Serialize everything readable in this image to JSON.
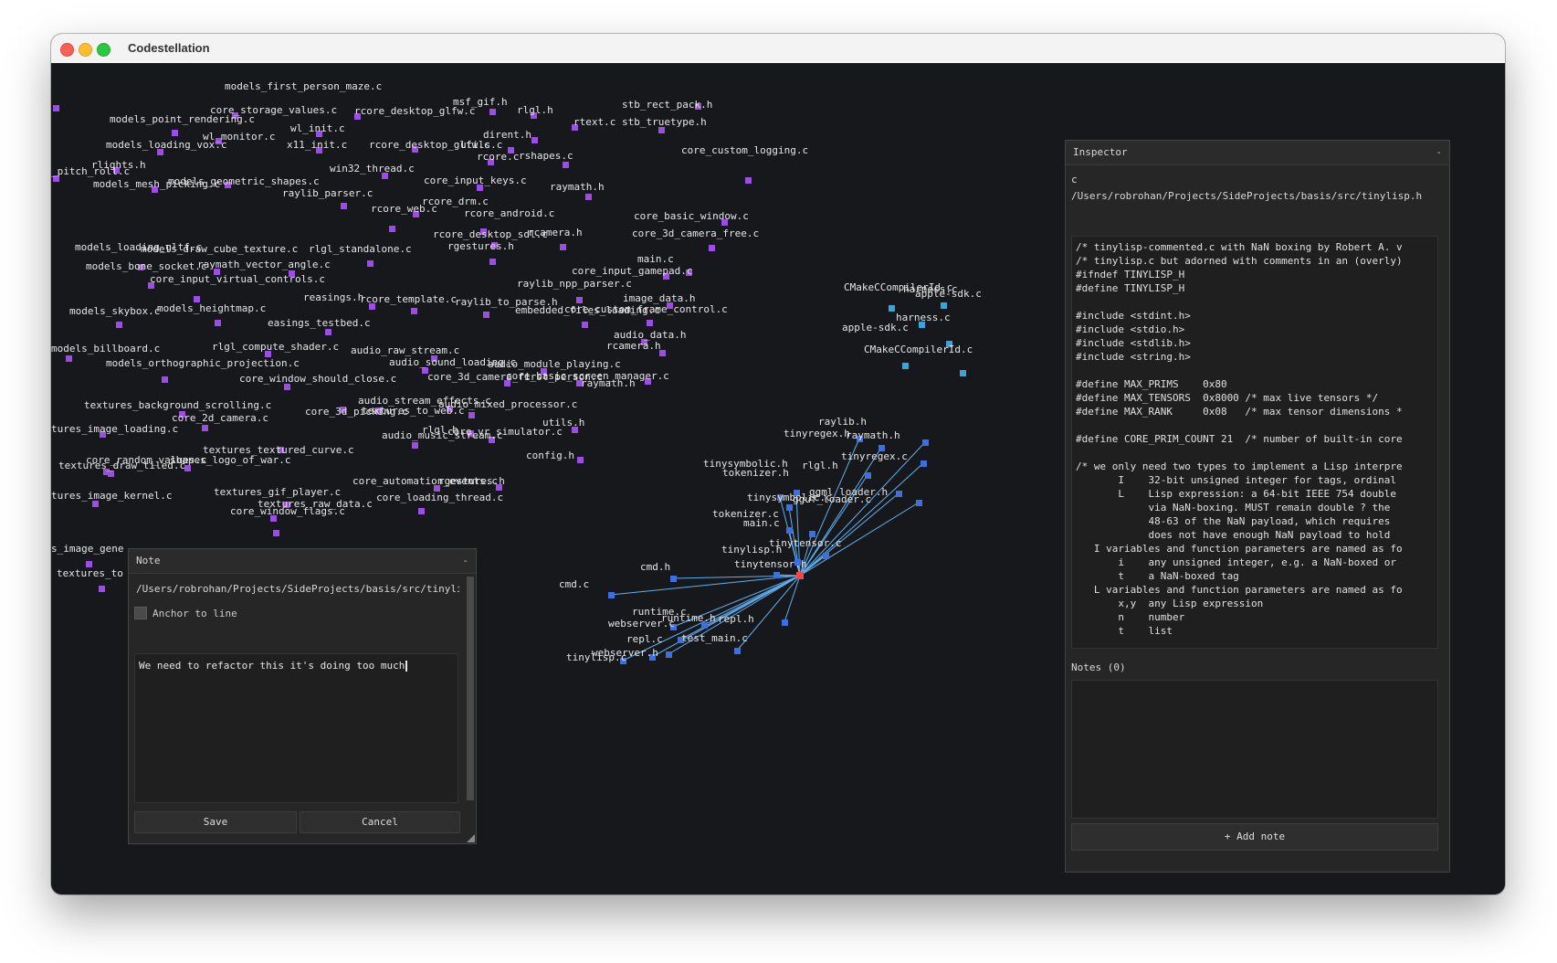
{
  "window": {
    "title": "Codestellation"
  },
  "colors": {
    "purple_node": "#9b4fe0",
    "blue_node": "#3f6fdc",
    "cyan_node": "#3aa3d8",
    "selected_node": "#ff4444",
    "edge": "#5fb0f0"
  },
  "graph": {
    "nodes": [
      {
        "label": "models_first_person_maze.c",
        "group": "purple"
      },
      {
        "label": "core_storage_values.c",
        "group": "purple"
      },
      {
        "label": "rcore_desktop_glfw.c",
        "group": "purple"
      },
      {
        "label": "msf_gif.h",
        "group": "purple"
      },
      {
        "label": "rlgl.h",
        "group": "purple"
      },
      {
        "label": "stb_rect_pack.h",
        "group": "purple"
      },
      {
        "label": "models_point_rendering.c",
        "group": "purple"
      },
      {
        "label": "rtext.c",
        "group": "purple"
      },
      {
        "label": "stb_truetype.h",
        "group": "purple"
      },
      {
        "label": "wl_init.c",
        "group": "purple"
      },
      {
        "label": "wl_monitor.c",
        "group": "purple"
      },
      {
        "label": "dirent.h",
        "group": "purple"
      },
      {
        "label": "models_loading_vox.c",
        "group": "purple"
      },
      {
        "label": "x11_init.c",
        "group": "purple"
      },
      {
        "label": "rcore_desktop_glfw.c",
        "group": "purple"
      },
      {
        "label": "utils.c",
        "group": "purple"
      },
      {
        "label": "rcore.c",
        "group": "purple"
      },
      {
        "label": "rshapes.c",
        "group": "purple"
      },
      {
        "label": "core_custom_logging.c",
        "group": "purple"
      },
      {
        "label": "rlights.h",
        "group": "purple"
      },
      {
        "label": "_pitch_roll.c",
        "group": "purple"
      },
      {
        "label": "win32_thread.c",
        "group": "purple"
      },
      {
        "label": "models_mesh_picking.c",
        "group": "purple"
      },
      {
        "label": "models_geometric_shapes.c",
        "group": "purple"
      },
      {
        "label": "core_input_keys.c",
        "group": "purple"
      },
      {
        "label": "raymath.h",
        "group": "purple"
      },
      {
        "label": "raylib_parser.c",
        "group": "purple"
      },
      {
        "label": "rcore_drm.c",
        "group": "purple"
      },
      {
        "label": "rcore_web.c",
        "group": "purple"
      },
      {
        "label": "rcore_android.c",
        "group": "purple"
      },
      {
        "label": "core_basic_window.c",
        "group": "purple"
      },
      {
        "label": "rcore_desktop_sdl.c",
        "group": "purple"
      },
      {
        "label": "rcamera.h",
        "group": "purple"
      },
      {
        "label": "core_3d_camera_free.c",
        "group": "purple"
      },
      {
        "label": "models_loading_gltf.c",
        "group": "purple"
      },
      {
        "label": "models_draw_cube_texture.c",
        "group": "purple"
      },
      {
        "label": "rlgl_standalone.c",
        "group": "purple"
      },
      {
        "label": "rgestures.h",
        "group": "purple"
      },
      {
        "label": "main.c",
        "group": "purple"
      },
      {
        "label": "models_bone_socket.c",
        "group": "purple"
      },
      {
        "label": "raymath_vector_angle.c",
        "group": "purple"
      },
      {
        "label": "core_input_gamepad.c",
        "group": "purple"
      },
      {
        "label": "core_input_virtual_controls.c",
        "group": "purple"
      },
      {
        "label": "raylib_npp_parser.c",
        "group": "purple"
      },
      {
        "label": "reasings.h",
        "group": "purple"
      },
      {
        "label": "rcore_template.c",
        "group": "purple"
      },
      {
        "label": "image_data.h",
        "group": "purple"
      },
      {
        "label": "models_skybox.c",
        "group": "purple"
      },
      {
        "label": "models_heightmap.c",
        "group": "purple"
      },
      {
        "label": "raylib_to_parse.h",
        "group": "purple"
      },
      {
        "label": "embedded_files_loading.c",
        "group": "purple"
      },
      {
        "label": "core_custom_frame_control.c",
        "group": "purple"
      },
      {
        "label": "easings_testbed.c",
        "group": "purple"
      },
      {
        "label": "audio_data.h",
        "group": "purple"
      },
      {
        "label": "models_billboard.c",
        "group": "purple"
      },
      {
        "label": "rlgl_compute_shader.c",
        "group": "purple"
      },
      {
        "label": "rcamera.h",
        "group": "purple"
      },
      {
        "label": "audio_raw_stream.c",
        "group": "purple"
      },
      {
        "label": "models_orthographic_projection.c",
        "group": "purple"
      },
      {
        "label": "audio_sound_loading.c",
        "group": "purple"
      },
      {
        "label": "audio_module_playing.c",
        "group": "purple"
      },
      {
        "label": "core_window_should_close.c",
        "group": "purple"
      },
      {
        "label": "core_3d_camera_first_person.c",
        "group": "purple"
      },
      {
        "label": "core_basic_screen_manager.c",
        "group": "purple"
      },
      {
        "label": "raymath.h",
        "group": "purple"
      },
      {
        "label": "textures_background_scrolling.c",
        "group": "purple"
      },
      {
        "label": "audio_stream_effects.c",
        "group": "purple"
      },
      {
        "label": "audio_mixed_processor.c",
        "group": "purple"
      },
      {
        "label": "core_2d_camera.c",
        "group": "purple"
      },
      {
        "label": "core_3d_picking.c",
        "group": "purple"
      },
      {
        "label": "textures_to_web.c",
        "group": "purple"
      },
      {
        "label": "tures_image_loading.c",
        "group": "purple"
      },
      {
        "label": "rlgl.h",
        "group": "purple"
      },
      {
        "label": "core_vr_simulator.c",
        "group": "purple"
      },
      {
        "label": "utils.h",
        "group": "purple"
      },
      {
        "label": "audio_music_stream.c",
        "group": "purple"
      },
      {
        "label": "textures_textured_curve.c",
        "group": "purple"
      },
      {
        "label": "config.h",
        "group": "purple"
      },
      {
        "label": "core_random_values.c",
        "group": "purple"
      },
      {
        "label": "textures_draw_tiled.c",
        "group": "purple"
      },
      {
        "label": "shapes_logo_of_war.c",
        "group": "purple"
      },
      {
        "label": "core_automation_events.c",
        "group": "purple"
      },
      {
        "label": "rgestures.h",
        "group": "purple"
      },
      {
        "label": "tures_image_kernel.c",
        "group": "purple"
      },
      {
        "label": "textures_gif_player.c",
        "group": "purple"
      },
      {
        "label": "core_loading_thread.c",
        "group": "purple"
      },
      {
        "label": "textures_raw_data.c",
        "group": "purple"
      },
      {
        "label": "core_window_flags.c",
        "group": "purple"
      },
      {
        "label": "s_image_gene",
        "group": "purple"
      },
      {
        "label": "textures_to",
        "group": "purple"
      },
      {
        "label": "CMakeCCompilerId.c",
        "group": "cyan"
      },
      {
        "label": "apple-sdk.c",
        "group": "cyan"
      },
      {
        "label": "harness.c",
        "group": "cyan"
      },
      {
        "label": "harness.c",
        "group": "cyan"
      },
      {
        "label": "apple-sdk.c",
        "group": "cyan"
      },
      {
        "label": "CMakeCCompilerId.c",
        "group": "cyan"
      },
      {
        "label": "raylib.h",
        "group": "blue"
      },
      {
        "label": "tinyregex.h",
        "group": "blue"
      },
      {
        "label": "raymath.h",
        "group": "blue"
      },
      {
        "label": "tinyregex.c",
        "group": "blue"
      },
      {
        "label": "tinysymbolic.h",
        "group": "blue"
      },
      {
        "label": "tokenizer.h",
        "group": "blue"
      },
      {
        "label": "rlgl.h",
        "group": "blue"
      },
      {
        "label": "tinysymbolic.c",
        "group": "blue"
      },
      {
        "label": "ggml_loader.h",
        "group": "blue"
      },
      {
        "label": "gguf_loader.c",
        "group": "blue"
      },
      {
        "label": "tokenizer.c",
        "group": "blue"
      },
      {
        "label": "main.c",
        "group": "blue"
      },
      {
        "label": "tinytensor.c",
        "group": "blue"
      },
      {
        "label": "tinylisp.h",
        "group": "blue"
      },
      {
        "label": "tinytensor.h",
        "group": "blue"
      },
      {
        "label": "cmd.h",
        "group": "blue"
      },
      {
        "label": "cmd.c",
        "group": "blue"
      },
      {
        "label": "runtime.c",
        "group": "blue"
      },
      {
        "label": "runtime.h",
        "group": "blue"
      },
      {
        "label": "webserver.c",
        "group": "blue"
      },
      {
        "label": "repl.h",
        "group": "blue"
      },
      {
        "label": "repl.c",
        "group": "blue"
      },
      {
        "label": "test_main.c",
        "group": "blue"
      },
      {
        "label": "webserver.h",
        "group": "blue"
      },
      {
        "label": "tinylisp.c",
        "group": "blue"
      }
    ]
  },
  "note_panel": {
    "title": "Note",
    "collapse": "-",
    "path": "/Users/robrohan/Projects/SideProjects/basis/src/tinylisp.c",
    "anchor_label": "Anchor to line",
    "text": "We need to refactor this it's doing too much",
    "save_label": "Save",
    "cancel_label": "Cancel"
  },
  "inspector": {
    "title": "Inspector",
    "collapse": "-",
    "kind": "c",
    "path": "/Users/robrohan/Projects/SideProjects/basis/src/tinylisp.h",
    "code_lines": [
      "/* tinylisp-commented.c with NaN boxing by Robert A. v",
      "/* tinylisp.c but adorned with comments in an (overly)",
      "#ifndef TINYLISP_H",
      "#define TINYLISP_H",
      "",
      "#include <stdint.h>",
      "#include <stdio.h>",
      "#include <stdlib.h>",
      "#include <string.h>",
      "",
      "#define MAX_PRIMS    0x80",
      "#define MAX_TENSORS  0x8000 /* max live tensors */",
      "#define MAX_RANK     0x08   /* max tensor dimensions *",
      "",
      "#define CORE_PRIM_COUNT 21  /* number of built-in core",
      "",
      "/* we only need two types to implement a Lisp interpre",
      "       I    32-bit unsigned integer for tags, ordinal",
      "       L    Lisp expression: a 64-bit IEEE 754 double",
      "            via NaN-boxing. MUST remain double ? the",
      "            48-63 of the NaN payload, which requires",
      "            does not have enough NaN payload to hold",
      "   I variables and function parameters are named as fo",
      "       i    any unsigned integer, e.g. a NaN-boxed or",
      "       t    a NaN-boxed tag",
      "   L variables and function parameters are named as fo",
      "       x,y  any Lisp expression",
      "       n    number",
      "       t    list"
    ],
    "notes_title": "Notes (0)",
    "add_note_label": "+ Add note"
  }
}
